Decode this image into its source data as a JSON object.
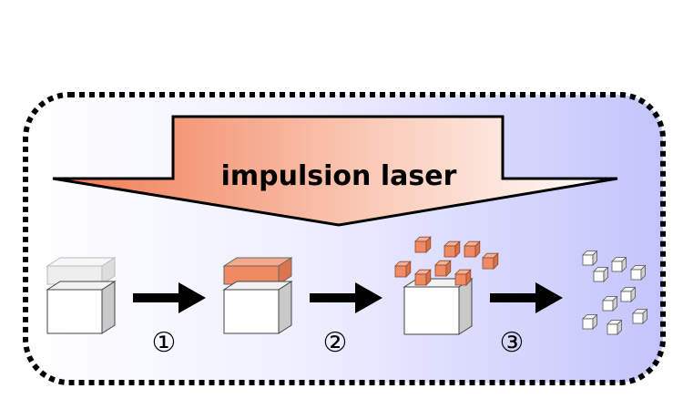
{
  "laser": {
    "label": "impulsion laser"
  },
  "steps": [
    {
      "label": "①"
    },
    {
      "label": "②"
    },
    {
      "label": "③"
    }
  ],
  "colors": {
    "laser_orange": "#f3845f",
    "ablated_layer": "#f08a65",
    "background_blue": "#c7c7ff",
    "block_front": "#ffffff",
    "block_side": "#cfcfcf",
    "outline": "#333333"
  }
}
